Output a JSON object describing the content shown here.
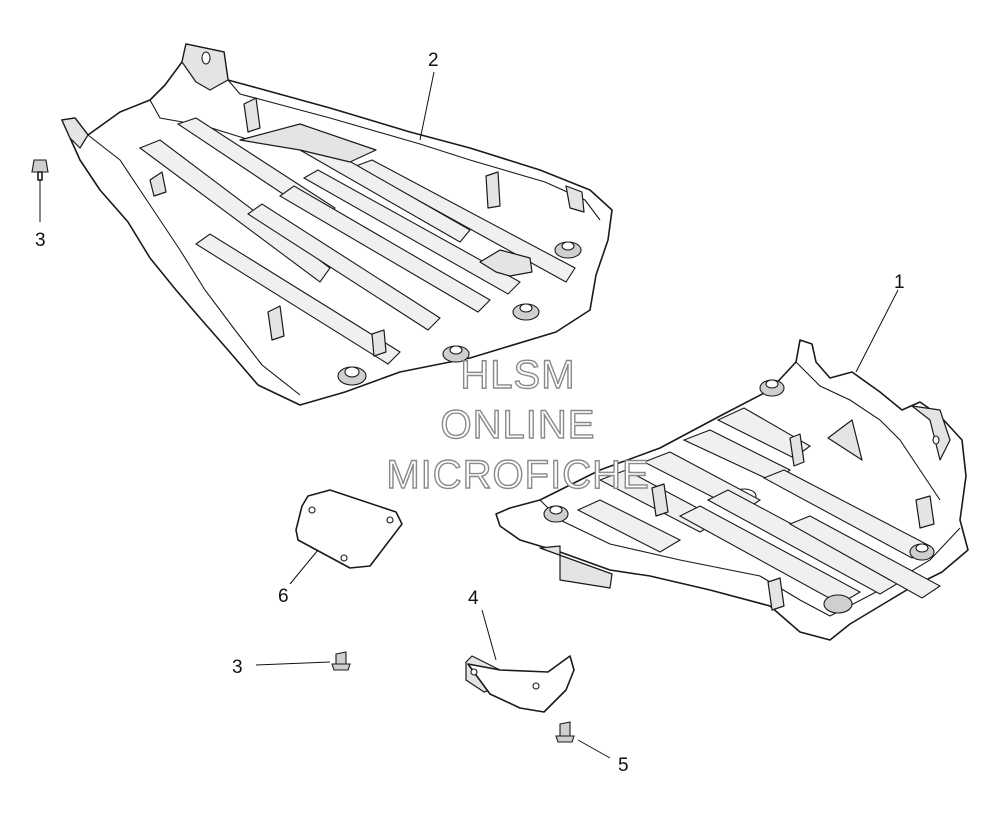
{
  "diagram": {
    "callouts": {
      "c1": "1",
      "c2": "2",
      "c3a": "3",
      "c3b": "3",
      "c4": "4",
      "c5": "5",
      "c6": "6"
    },
    "watermark": {
      "line1": "HLSM",
      "line2": "ONLINE",
      "line3": "MICROFICHE"
    }
  }
}
